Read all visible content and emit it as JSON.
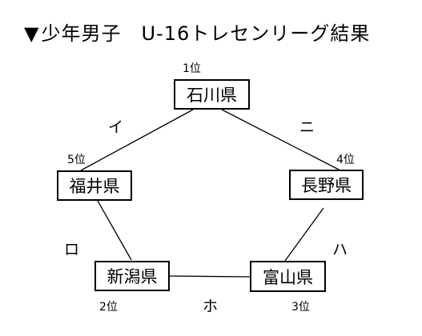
{
  "title": {
    "marker": "▼",
    "text": "少年男子　U-16トレセンリーグ結果"
  },
  "nodes": {
    "ishikawa": {
      "name": "石川県",
      "rank": "1位"
    },
    "nagano": {
      "name": "長野県",
      "rank": "4位"
    },
    "toyama": {
      "name": "富山県",
      "rank": "3位"
    },
    "niigata": {
      "name": "新潟県",
      "rank": "2位"
    },
    "fukui": {
      "name": "福井県",
      "rank": "5位"
    }
  },
  "edges": {
    "i": {
      "label": "イ",
      "from": "ishikawa",
      "to": "fukui"
    },
    "ni": {
      "label": "ニ",
      "from": "ishikawa",
      "to": "nagano"
    },
    "ro": {
      "label": "ロ",
      "from": "fukui",
      "to": "niigata"
    },
    "ha": {
      "label": "ハ",
      "from": "nagano",
      "to": "toyama"
    },
    "ho": {
      "label": "ホ",
      "from": "niigata",
      "to": "toyama"
    }
  }
}
